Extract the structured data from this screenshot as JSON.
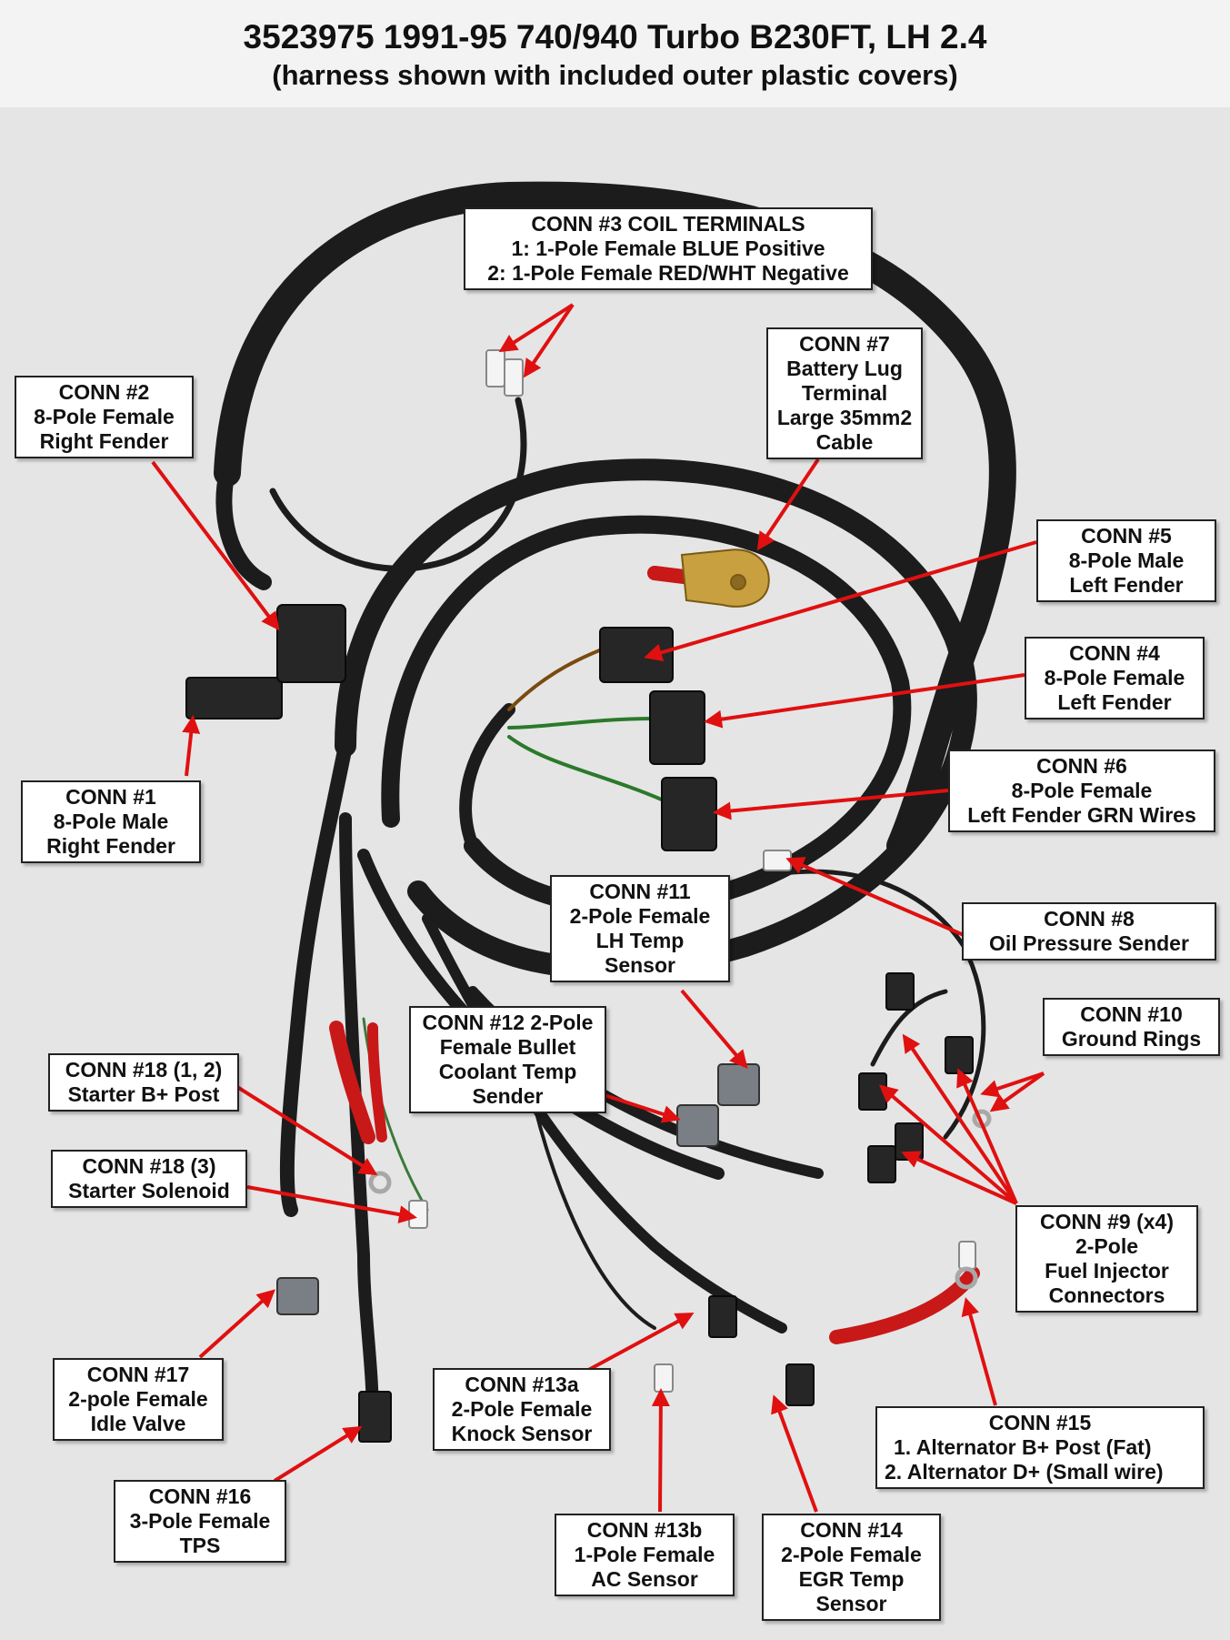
{
  "header": {
    "title": "3523975 1991-95 740/940 Turbo B230FT, LH 2.4",
    "subtitle": "(harness shown with included outer plastic covers)"
  },
  "colors": {
    "arrow": "#e01010",
    "harness": "#1c1c1c",
    "label_border": "#222222",
    "copper": "#c8a040",
    "red_sleeve": "#c81818"
  },
  "labels": {
    "conn3": [
      "CONN #3 COIL TERMINALS",
      "1: 1-Pole Female BLUE Positive",
      "2: 1-Pole Female RED/WHT Negative"
    ],
    "conn7": [
      "CONN #7",
      "Battery Lug",
      "Terminal",
      "Large 35mm2",
      "Cable"
    ],
    "conn2": [
      "CONN #2",
      "8-Pole Female",
      "Right Fender"
    ],
    "conn5": [
      "CONN #5",
      "8-Pole Male",
      "Left Fender"
    ],
    "conn4": [
      "CONN #4",
      "8-Pole Female",
      "Left Fender"
    ],
    "conn6": [
      "CONN #6",
      "8-Pole Female",
      "Left Fender GRN Wires"
    ],
    "conn1": [
      "CONN #1",
      "8-Pole Male",
      "Right Fender"
    ],
    "conn11": [
      "CONN #11",
      "2-Pole Female",
      "LH Temp",
      "Sensor"
    ],
    "conn8": [
      "CONN #8",
      "Oil Pressure Sender"
    ],
    "conn10": [
      "CONN #10",
      "Ground Rings"
    ],
    "conn12": [
      "CONN #12  2-Pole",
      "Female Bullet",
      "Coolant Temp",
      "Sender"
    ],
    "conn18a": [
      "CONN #18 (1, 2)",
      "Starter B+ Post"
    ],
    "conn18b": [
      "CONN #18 (3)",
      "Starter Solenoid"
    ],
    "conn9": [
      "CONN #9 (x4)",
      "2-Pole",
      "Fuel Injector",
      "Connectors"
    ],
    "conn17": [
      "CONN #17",
      "2-pole Female",
      "Idle Valve"
    ],
    "conn13a": [
      "CONN #13a",
      "2-Pole Female",
      "Knock Sensor"
    ],
    "conn15": [
      "CONN #15",
      "1.   Alternator B+ Post (Fat)",
      "2.   Alternator D+ (Small wire)"
    ],
    "conn16": [
      "CONN #16",
      "3-Pole Female",
      "TPS"
    ],
    "conn13b": [
      "CONN #13b",
      "1-Pole Female",
      "AC Sensor"
    ],
    "conn14": [
      "CONN #14",
      "2-Pole Female",
      "EGR Temp",
      "Sensor"
    ]
  }
}
